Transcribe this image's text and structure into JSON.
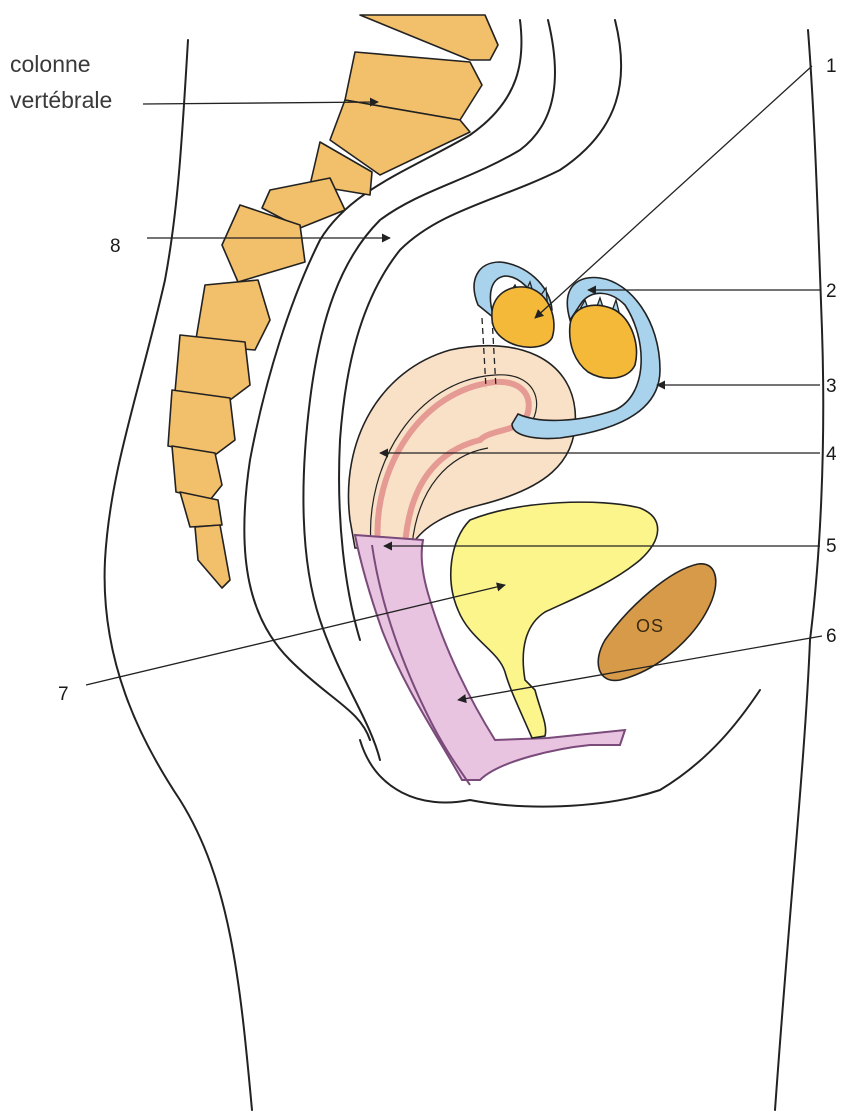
{
  "labels": {
    "spine_line1": "colonne",
    "spine_line2": "vertébrale",
    "n1": "1",
    "n2": "2",
    "n3": "3",
    "n4": "4",
    "n5": "5",
    "n6": "6",
    "n7": "7",
    "n8": "8",
    "bone": "OS"
  },
  "colors": {
    "vertebra": "#f2bf6a",
    "ovary": "#f5b93a",
    "tube": "#a9d3ec",
    "uterus": "#f9e1c8",
    "uterine_lining": "#f0a0a0",
    "bladder": "#fbf58c",
    "vagina": "#e8c4e0",
    "bone": "#d79a48",
    "outline": "#222222"
  }
}
